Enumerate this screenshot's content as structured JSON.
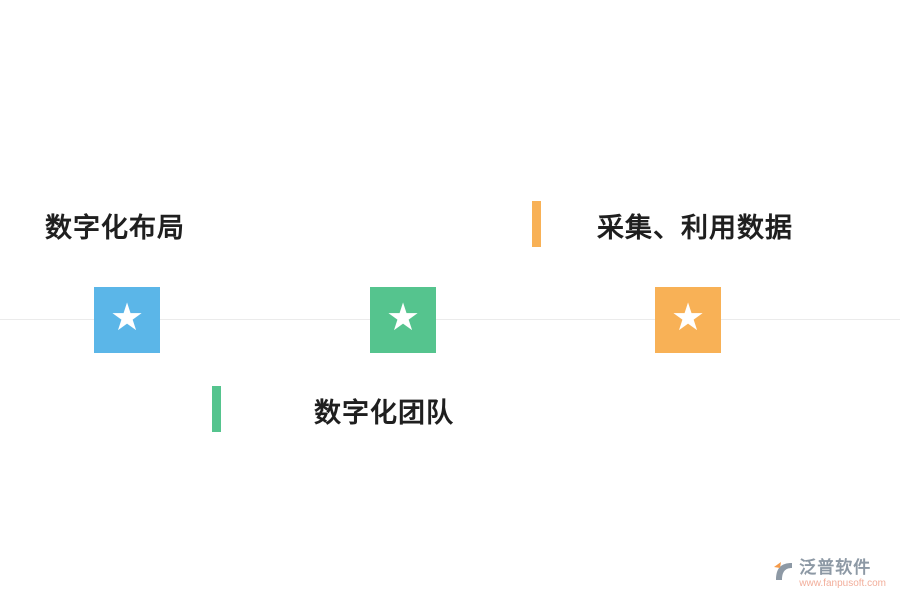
{
  "colors": {
    "blue": "#5bb6e8",
    "green": "#55c48e",
    "orange": "#f8b156",
    "axis_line": "#ebebeb",
    "text": "#1f1f1f"
  },
  "star_glyph": "★",
  "labels": {
    "layout": {
      "text": "数字化布局"
    },
    "collect": {
      "text": "采集、利用数据"
    },
    "team": {
      "text": "数字化团队"
    }
  },
  "milestones": [
    {
      "name": "digital-layout",
      "icon": "star-icon",
      "color": "#5bb6e8"
    },
    {
      "name": "digital-team",
      "icon": "star-icon",
      "color": "#55c48e"
    },
    {
      "name": "collect-data",
      "icon": "star-icon",
      "color": "#f8b156"
    }
  ],
  "watermark": {
    "brand": "泛普软件",
    "url": "www.fanpusoft.com"
  }
}
